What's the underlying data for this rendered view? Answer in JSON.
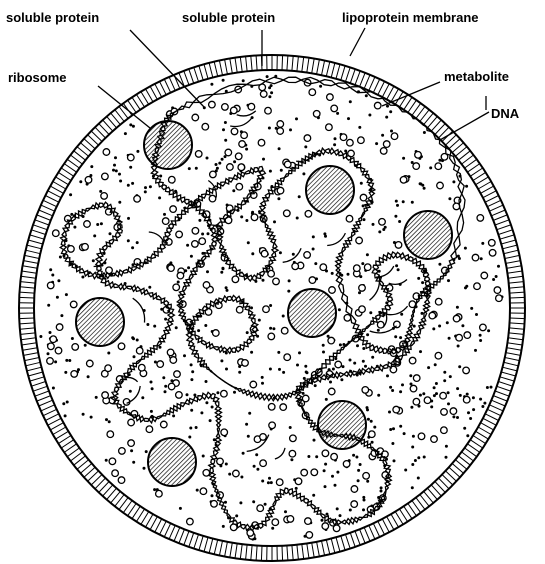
{
  "labels": {
    "soluble_protein_1": "soluble protein",
    "soluble_protein_2": "soluble protein",
    "lipoprotein_membrane": "lipoprotein membrane",
    "ribosome": "ribosome",
    "metabolite": "metabolite",
    "dna": "DNA"
  },
  "colors": {
    "ink": "#000000",
    "background": "#ffffff"
  }
}
